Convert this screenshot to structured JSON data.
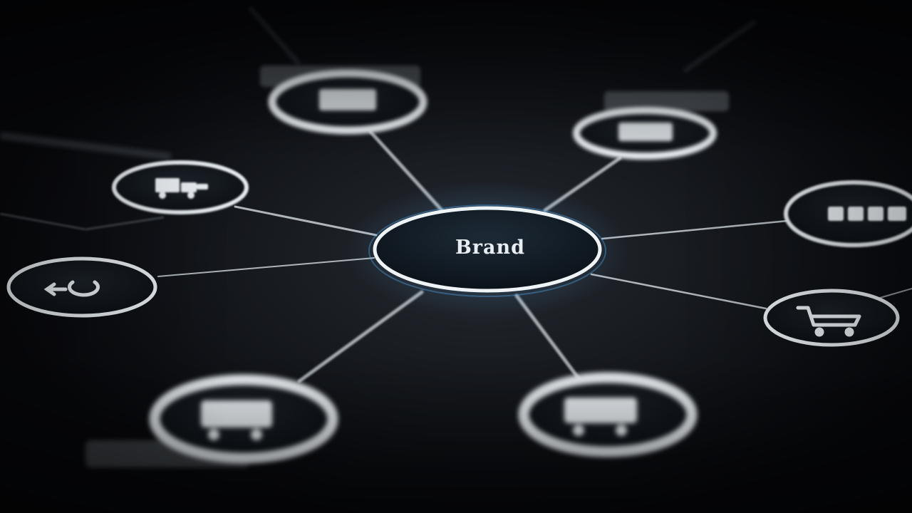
{
  "hub": {
    "label": "Brand"
  },
  "nodes": [
    {
      "name": "top-left-node",
      "icon": "monitor-icon"
    },
    {
      "name": "top-right-node",
      "icon": "monitor-icon"
    },
    {
      "name": "left-upper-node",
      "icon": "truck-icon"
    },
    {
      "name": "left-node",
      "icon": "refresh-arrow-icon"
    },
    {
      "name": "right-upper-node",
      "icon": "blurred-text-icon"
    },
    {
      "name": "right-node",
      "icon": "shopping-cart-icon"
    },
    {
      "name": "bottom-left-node",
      "icon": "cart-icon"
    },
    {
      "name": "bottom-right-node",
      "icon": "cart-icon"
    }
  ],
  "colors": {
    "background": "#0b0e12",
    "node_fill": "#0f1419",
    "ring": "#e6ebef",
    "glow": "#5ab4ff",
    "line": "#c9d0d6"
  }
}
